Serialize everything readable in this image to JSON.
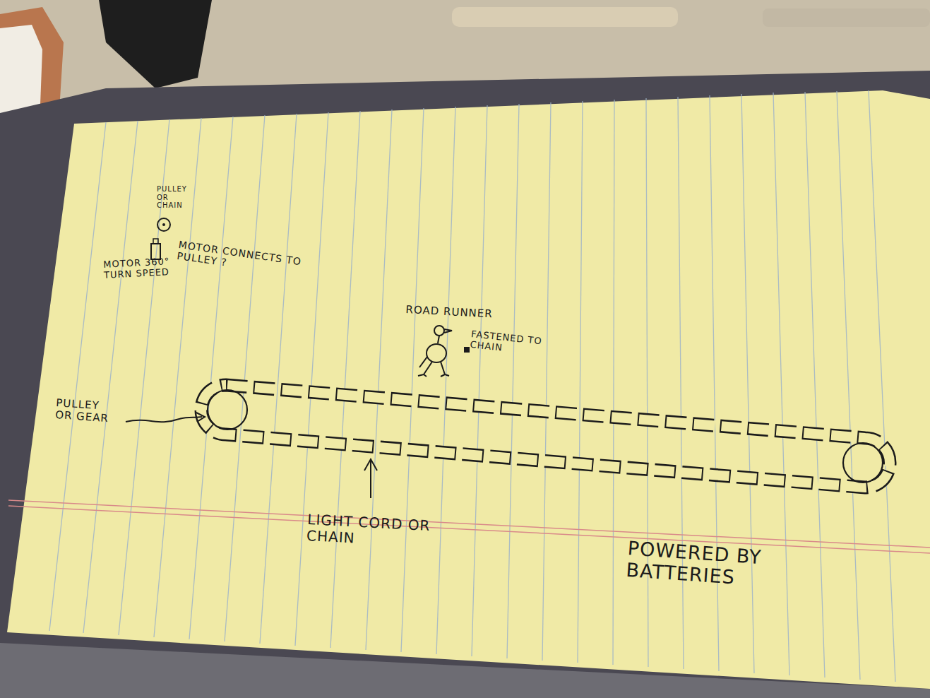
{
  "diagram": {
    "labels": [
      "PULLEY OR CHAIN",
      "MOTOR CONNECTS TO PULLEY ?",
      "MOTOR 360° TURN SPEED",
      "ROAD RUNNER",
      "FASTENED TO CHAIN",
      "PULLEY OR GEAR",
      "LIGHT CORD OR CHAIN",
      "POWERED BY BATTERIES"
    ]
  }
}
